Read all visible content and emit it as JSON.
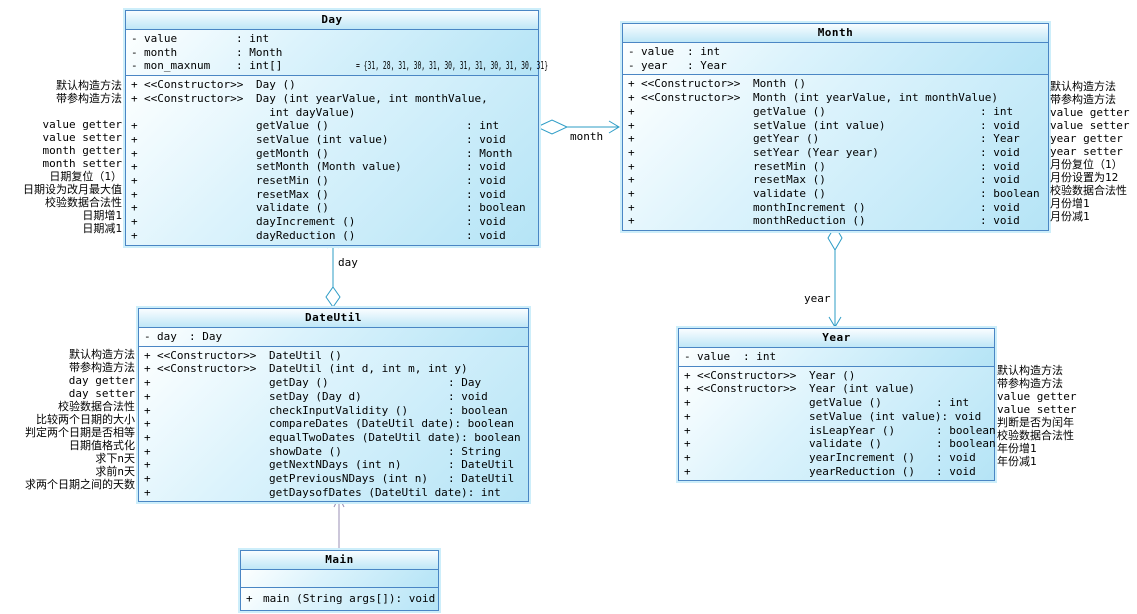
{
  "diagram": {
    "title": "Date UML class diagram",
    "colors": {
      "box_border": "#4a86c4",
      "box_halo": "#cdeefa",
      "box_fill_light": "#fdffff",
      "box_fill_dark": "#b5e4f6",
      "aggregation_line": "#2d9cc6",
      "dependency_line": "#998fb5",
      "text": "#000000"
    }
  },
  "classes": [
    {
      "name": "Day",
      "attributes": [
        {
          "vis": "-",
          "name": "value",
          "type": ": int"
        },
        {
          "vis": "-",
          "name": "month",
          "type": ": Month"
        },
        {
          "vis": "-",
          "name": "mon_maxnum",
          "type": ": int[]",
          "default": "= {31, 28, 31, 30, 31, 30, 31, 31, 30, 31, 30, 31}"
        }
      ],
      "methods": [
        {
          "vis": "+",
          "stereotype": "<<Constructor>>",
          "name": "Day ()",
          "type": ""
        },
        {
          "vis": "+",
          "stereotype": "<<Constructor>>",
          "name": "Day (int yearValue, int monthValue,\n  int dayValue)",
          "type": ""
        },
        {
          "vis": "+",
          "name": "getValue ()",
          "type": ": int"
        },
        {
          "vis": "+",
          "name": "setValue (int value)",
          "type": ": void"
        },
        {
          "vis": "+",
          "name": "getMonth ()",
          "type": ": Month"
        },
        {
          "vis": "+",
          "name": "setMonth (Month value)",
          "type": ": void"
        },
        {
          "vis": "+",
          "name": "resetMin ()",
          "type": ": void"
        },
        {
          "vis": "+",
          "name": "resetMax ()",
          "type": ": void"
        },
        {
          "vis": "+",
          "name": "validate ()",
          "type": ": boolean"
        },
        {
          "vis": "+",
          "name": "dayIncrement ()",
          "type": ": void"
        },
        {
          "vis": "+",
          "name": "dayReduction ()",
          "type": ": void"
        }
      ]
    },
    {
      "name": "Month",
      "attributes": [
        {
          "vis": "-",
          "name": "value",
          "type": ": int"
        },
        {
          "vis": "-",
          "name": "year",
          "type": ": Year"
        }
      ],
      "methods": [
        {
          "vis": "+",
          "stereotype": "<<Constructor>>",
          "name": "Month ()",
          "type": ""
        },
        {
          "vis": "+",
          "stereotype": "<<Constructor>>",
          "name": "Month (int yearValue, int monthValue)",
          "type": ""
        },
        {
          "vis": "+",
          "name": "getValue ()",
          "type": ": int"
        },
        {
          "vis": "+",
          "name": "setValue (int value)",
          "type": ": void"
        },
        {
          "vis": "+",
          "name": "getYear ()",
          "type": ": Year"
        },
        {
          "vis": "+",
          "name": "setYear (Year year)",
          "type": ": void"
        },
        {
          "vis": "+",
          "name": "resetMin ()",
          "type": ": void"
        },
        {
          "vis": "+",
          "name": "resetMax ()",
          "type": ": void"
        },
        {
          "vis": "+",
          "name": "validate ()",
          "type": ": boolean"
        },
        {
          "vis": "+",
          "name": "monthIncrement ()",
          "type": ": void"
        },
        {
          "vis": "+",
          "name": "monthReduction ()",
          "type": ": void"
        }
      ]
    },
    {
      "name": "DateUtil",
      "attributes": [
        {
          "vis": "-",
          "name": "day",
          "type": ": Day"
        }
      ],
      "methods": [
        {
          "vis": "+",
          "stereotype": "<<Constructor>>",
          "name": "DateUtil ()",
          "type": ""
        },
        {
          "vis": "+",
          "stereotype": "<<Constructor>>",
          "name": "DateUtil (int d, int m, int y)",
          "type": ""
        },
        {
          "vis": "+",
          "name": "getDay ()",
          "type": ": Day"
        },
        {
          "vis": "+",
          "name": "setDay (Day d)",
          "type": ": void"
        },
        {
          "vis": "+",
          "name": "checkInputValidity ()",
          "type": ": boolean"
        },
        {
          "vis": "+",
          "name": "compareDates (DateUtil date)",
          "type": ": boolean"
        },
        {
          "vis": "+",
          "name": "equalTwoDates (DateUtil date)",
          "type": ": boolean"
        },
        {
          "vis": "+",
          "name": "showDate ()",
          "type": ": String"
        },
        {
          "vis": "+",
          "name": "getNextNDays (int n)",
          "type": ": DateUtil"
        },
        {
          "vis": "+",
          "name": "getPreviousNDays (int n)",
          "type": ": DateUtil"
        },
        {
          "vis": "+",
          "name": "getDaysofDates (DateUtil date)",
          "type": ": int"
        }
      ]
    },
    {
      "name": "Year",
      "attributes": [
        {
          "vis": "-",
          "name": "value",
          "type": ": int"
        }
      ],
      "methods": [
        {
          "vis": "+",
          "stereotype": "<<Constructor>>",
          "name": "Year ()",
          "type": ""
        },
        {
          "vis": "+",
          "stereotype": "<<Constructor>>",
          "name": "Year (int value)",
          "type": ""
        },
        {
          "vis": "+",
          "name": "getValue ()",
          "type": ": int"
        },
        {
          "vis": "+",
          "name": "setValue (int value)",
          "type": ": void"
        },
        {
          "vis": "+",
          "name": "isLeapYear ()",
          "type": ": boolean"
        },
        {
          "vis": "+",
          "name": "validate ()",
          "type": ": boolean"
        },
        {
          "vis": "+",
          "name": "yearIncrement ()",
          "type": ": void"
        },
        {
          "vis": "+",
          "name": "yearReduction ()",
          "type": ": void"
        }
      ]
    },
    {
      "name": "Main",
      "attributes": [],
      "methods": [
        {
          "vis": "+",
          "name": "main (String args[])",
          "type": ": void"
        }
      ]
    }
  ],
  "annotations": [
    {
      "target": "Day",
      "lines": [
        "默认构造方法",
        "带参构造方法",
        "",
        "value getter",
        "value setter",
        "month getter",
        "month setter",
        "日期复位（1）",
        "日期设为改月最大值",
        "校验数据合法性",
        "日期增1",
        "日期减1"
      ]
    },
    {
      "target": "Month",
      "lines": [
        "默认构造方法",
        "带参构造方法",
        "value getter",
        "value setter",
        "year getter",
        "year setter",
        "月份复位（1）",
        "月份设置为12",
        "校验数据合法性",
        "月份增1",
        "月份减1"
      ]
    },
    {
      "target": "DateUtil",
      "lines": [
        "默认构造方法",
        "带参构造方法",
        "day getter",
        "day setter",
        "校验数据合法性",
        "比较两个日期的大小",
        "判定两个日期是否相等",
        "日期值格式化",
        "求下n天",
        "求前n天",
        "求两个日期之间的天数"
      ]
    },
    {
      "target": "Year",
      "lines": [
        "默认构造方法",
        "带参构造方法",
        "value getter",
        "value setter",
        "判断是否为闰年",
        "校验数据合法性",
        "年份增1",
        "年份减1"
      ]
    }
  ],
  "connectors": [
    {
      "type": "aggregation",
      "from": "Day",
      "to": "Month",
      "label": "month"
    },
    {
      "type": "aggregation",
      "from": "DateUtil",
      "to": "Day",
      "label": "day"
    },
    {
      "type": "aggregation",
      "from": "Month",
      "to": "Year",
      "label": "year"
    },
    {
      "type": "dependency",
      "from": "Main",
      "to": "DateUtil",
      "label": ""
    }
  ]
}
